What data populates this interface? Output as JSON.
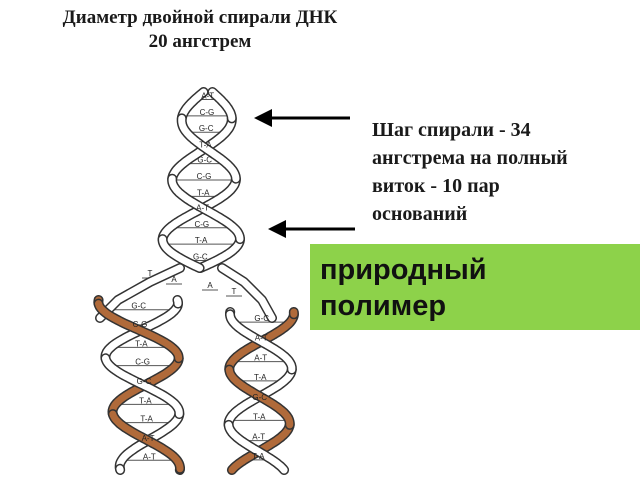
{
  "title": {
    "line1": "Диаметр двойной спирали ДНК",
    "line2": "20 ангстрем"
  },
  "pitch_note": {
    "line1": "Шаг спирали - 34",
    "line2": "ангстрема на полный",
    "line3": "виток - 10 пар",
    "line4": "оснований"
  },
  "highlight": {
    "line1": "природный",
    "line2": "полимер",
    "background_color": "#8dd24a"
  },
  "colors": {
    "parent_strand": "#ffffff",
    "new_strand": "#b06a3a",
    "outline": "#333333",
    "arrow": "#000000"
  },
  "base_pairs": {
    "top_helix": [
      "A-T",
      "C-G",
      "G-C",
      "T-A",
      "G-C",
      "C-G",
      "T-A",
      "A-T",
      "C-G",
      "T-A",
      "G-C"
    ],
    "fork": [
      "T",
      "A",
      "A",
      "T"
    ],
    "left_daughter": [
      "G-C",
      "C-G",
      "T-A",
      "C-G",
      "G-C",
      "T-A",
      "T-A",
      "A-T",
      "A-T"
    ],
    "right_daughter": [
      "G-C",
      "A-T",
      "A-T",
      "T-A",
      "G-C",
      "T-A",
      "A-T",
      "T-A"
    ]
  }
}
